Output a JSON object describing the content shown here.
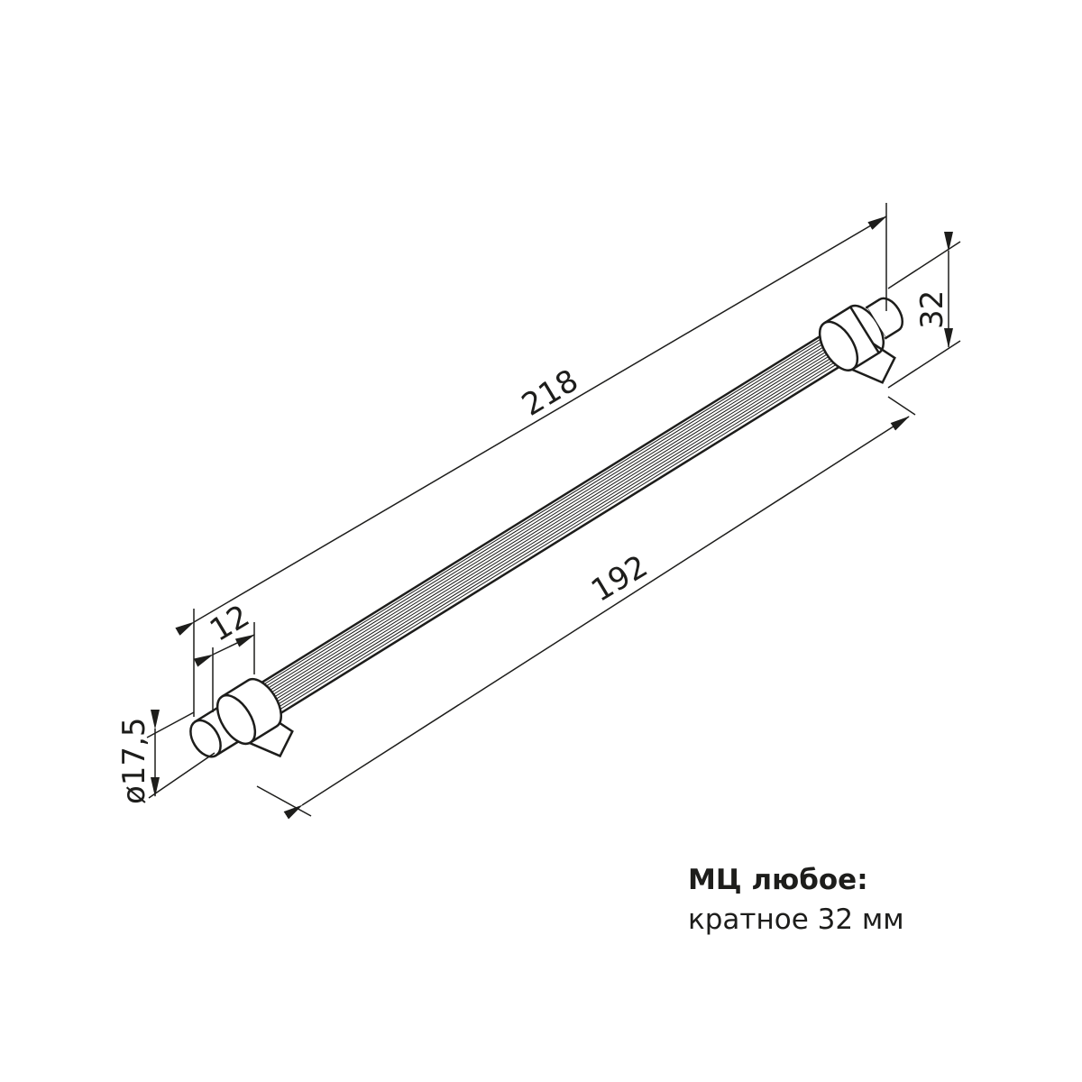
{
  "drawing": {
    "dimensions": {
      "overall_length": "218",
      "mounting_distance": "192",
      "end_length": "12",
      "height": "32",
      "diameter": "ø17,5"
    },
    "notes": {
      "title": "МЦ любое:",
      "subtitle": "кратное 32 мм"
    },
    "colors": {
      "line": "#1d1d1b",
      "background": "#ffffff"
    }
  }
}
